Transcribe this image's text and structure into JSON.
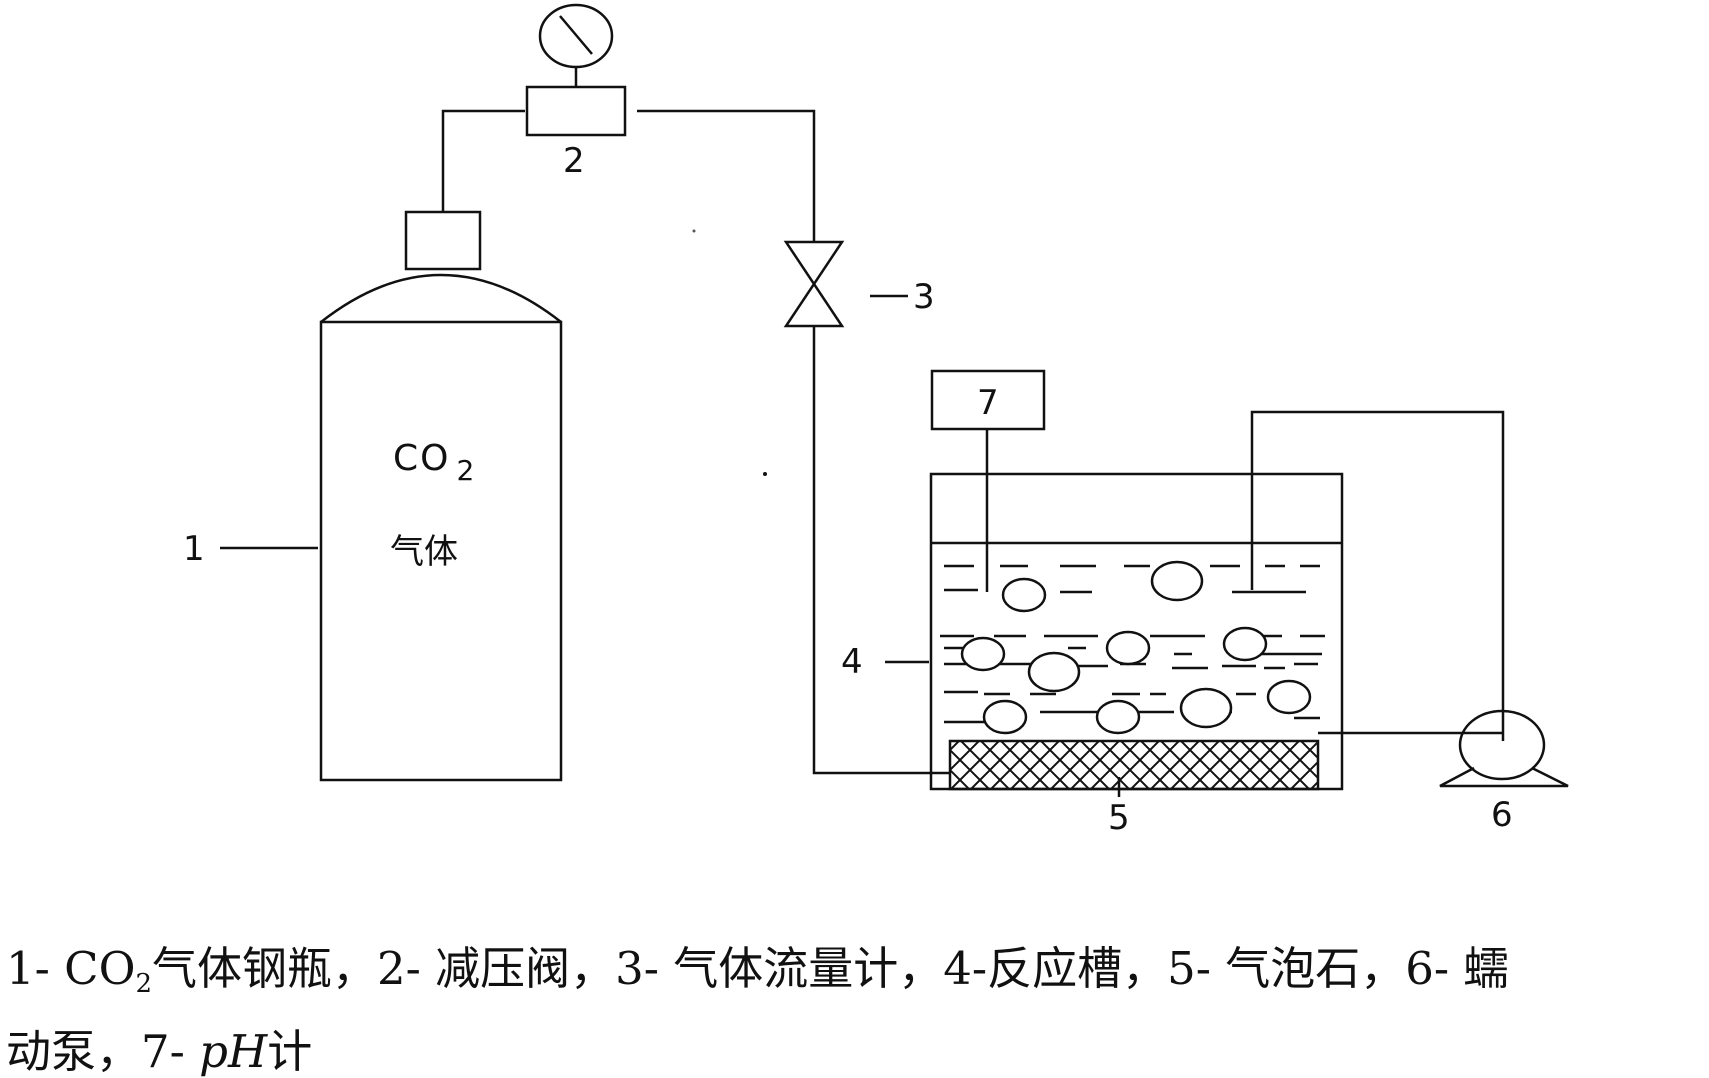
{
  "diagram": {
    "cylinder_formula_main": "CO",
    "cylinder_formula_sub": "2",
    "cylinder_text": "气体",
    "labels": {
      "n1": "1",
      "n2": "2",
      "n3": "3",
      "n4": "4",
      "n5": "5",
      "n6": "6",
      "n7": "7"
    }
  },
  "caption": {
    "line1": {
      "p1": "1- CO",
      "p1_sub": "2",
      "p2": "气体钢瓶，2- 减压阀，3- 气体流量计，4-反应槽，5- 气泡石，6- 蠕"
    },
    "line2": {
      "p1": "动泵，7- ",
      "p_italic": "pH",
      "p2": "计"
    }
  }
}
